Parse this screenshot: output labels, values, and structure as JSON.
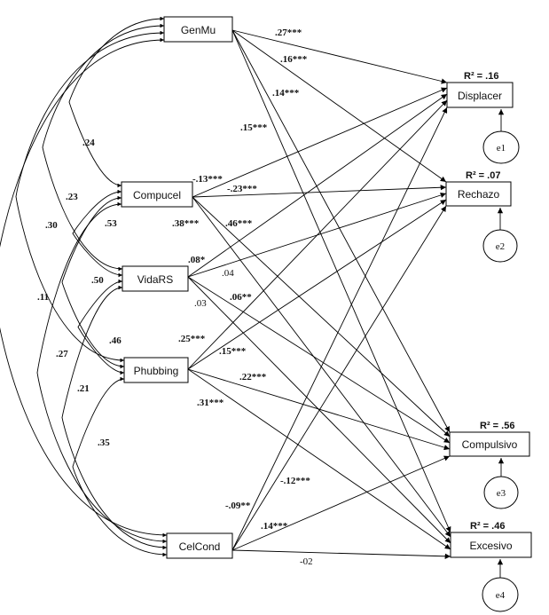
{
  "nodes": {
    "GenMu": "GenMu",
    "Compucel": "Compucel",
    "VidaRS": "VidaRS",
    "Phubbing": "Phubbing",
    "CelCond": "CelCond",
    "Displacer": "Displacer",
    "Rechazo": "Rechazo",
    "Compulsivo": "Compulsivo",
    "Excesivo": "Excesivo"
  },
  "errors": {
    "e1": "e1",
    "e2": "e2",
    "e3": "e3",
    "e4": "e4"
  },
  "r2": {
    "Displacer": "R² = .16",
    "Rechazo": "R² = .07",
    "Compulsivo": "R² = .56",
    "Excesivo": "R² = .46"
  },
  "correlations": [
    {
      "from": "GenMu",
      "to": "Compucel",
      "value": ".24"
    },
    {
      "from": "GenMu",
      "to": "VidaRS",
      "value": ".23"
    },
    {
      "from": "GenMu",
      "to": "Phubbing",
      "value": ".30"
    },
    {
      "from": "GenMu",
      "to": "CelCond",
      "value": ".11"
    },
    {
      "from": "Compucel",
      "to": "VidaRS",
      "value": ".53"
    },
    {
      "from": "Compucel",
      "to": "Phubbing",
      "value": ".50"
    },
    {
      "from": "Compucel",
      "to": "CelCond",
      "value": ".27"
    },
    {
      "from": "VidaRS",
      "to": "Phubbing",
      "value": ".46"
    },
    {
      "from": "VidaRS",
      "to": "CelCond",
      "value": ".21"
    },
    {
      "from": "Phubbing",
      "to": "CelCond",
      "value": ".35"
    }
  ],
  "paths": [
    {
      "from": "GenMu",
      "to": "Displacer",
      "value": ".27***"
    },
    {
      "from": "GenMu",
      "to": "Rechazo",
      "value": ".16***"
    },
    {
      "from": "GenMu",
      "to": "Compulsivo",
      "value": ".14***"
    },
    {
      "from": "GenMu",
      "to": "Excesivo",
      "value": ".15***"
    },
    {
      "from": "Compucel",
      "to": "Displacer",
      "value": "-.13***"
    },
    {
      "from": "Compucel",
      "to": "Rechazo",
      "value": "-.23***"
    },
    {
      "from": "Compucel",
      "to": "Compulsivo",
      "value": ".46***"
    },
    {
      "from": "Compucel",
      "to": "Excesivo",
      "value": ".38***"
    },
    {
      "from": "VidaRS",
      "to": "Displacer",
      "value": ".08*"
    },
    {
      "from": "VidaRS",
      "to": "Rechazo",
      "value": ".04"
    },
    {
      "from": "VidaRS",
      "to": "Compulsivo",
      "value": ".06**"
    },
    {
      "from": "VidaRS",
      "to": "Excesivo",
      "value": ".03"
    },
    {
      "from": "Phubbing",
      "to": "Displacer",
      "value": ".25***"
    },
    {
      "from": "Phubbing",
      "to": "Rechazo",
      "value": ".15***"
    },
    {
      "from": "Phubbing",
      "to": "Compulsivo",
      "value": ".22***"
    },
    {
      "from": "Phubbing",
      "to": "Excesivo",
      "value": ".31***"
    },
    {
      "from": "CelCond",
      "to": "Displacer",
      "value": "-.09**"
    },
    {
      "from": "CelCond",
      "to": "Rechazo",
      "value": "-.12***"
    },
    {
      "from": "CelCond",
      "to": "Compulsivo",
      "value": ".14***"
    },
    {
      "from": "CelCond",
      "to": "Excesivo",
      "value": "-02"
    }
  ]
}
